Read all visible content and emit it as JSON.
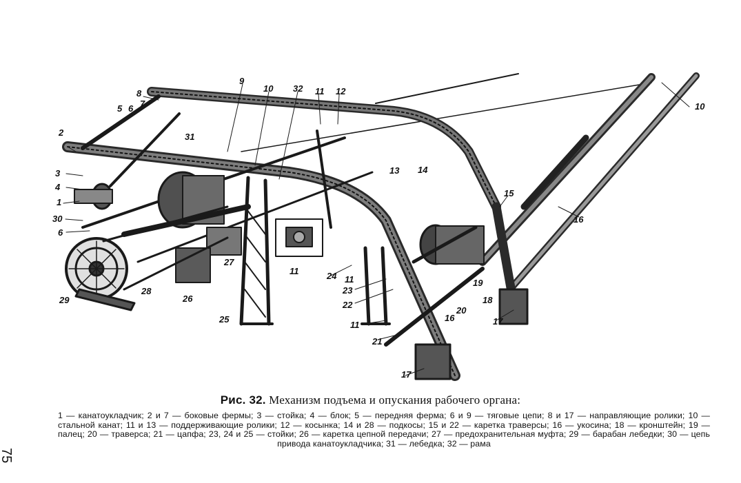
{
  "figure": {
    "callouts": {
      "c1": "1",
      "c2": "2",
      "c3": "3",
      "c4": "4",
      "c5": "5",
      "c6a": "6",
      "c6b": "6",
      "c7": "7",
      "c8": "8",
      "c9": "9",
      "c10a": "10",
      "c10b": "10",
      "c11a": "11",
      "c11b": "11",
      "c11c": "11",
      "c11d": "11",
      "c12": "12",
      "c13": "13",
      "c14": "14",
      "c15": "15",
      "c16a": "16",
      "c16b": "16",
      "c17a": "17",
      "c17b": "17",
      "c18": "18",
      "c19": "19",
      "c20": "20",
      "c21": "21",
      "c22": "22",
      "c23": "23",
      "c24": "24",
      "c25": "25",
      "c26": "26",
      "c27": "27",
      "c28": "28",
      "c29": "29",
      "c30": "30",
      "c31": "31",
      "c32": "32"
    }
  },
  "caption": {
    "fig_number": "Рис. 32.",
    "title": "Механизм подъема и опускания рабочего органа:",
    "legend": "1 — канатоукладчик; 2 и 7 — боковые фермы; 3 — стойка; 4 — блок; 5 — передняя ферма; 6 и 9 — тяговые цепи; 8 и 17 — направляющие ролики; 10 — стальной канат; 11 и 13 — поддерживающие ролики; 12 — косынка; 14 и 28 — подкосы; 15 и 22 — каретка траверсы; 16 — укосина; 18 — кронштейн; 19 — палец; 20 — траверса; 21 — цапфа; 23, 24 и 25 — стойки; 26 — каретка цепной передачи; 27 — предохранительная муфта; 29 — барабан лебедки; 30 — цепь привода канатоукладчика; 31 — лебедка; 32 — рама"
  },
  "page_number": "75"
}
